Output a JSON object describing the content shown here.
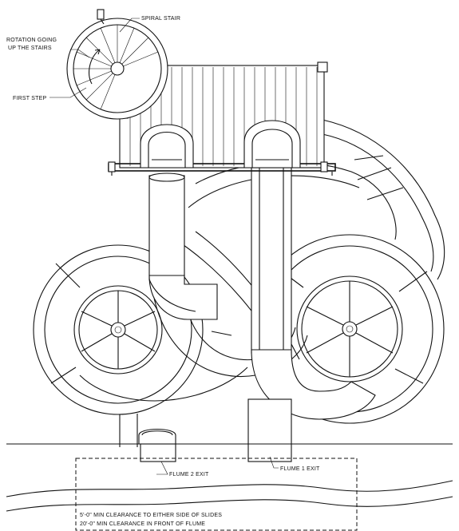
{
  "labels": {
    "spiral_stair": "SPIRAL STAIR",
    "rotation_line1": "ROTATION GOING",
    "rotation_line2": "UP THE STAIRS",
    "first_step": "FIRST STEP",
    "flume2_exit": "FLUME 2 EXIT",
    "flume1_exit": "FLUME 1 EXIT",
    "clearance_line1": "5'-0\" MIN CLEARANCE TO EITHER SIDE OF SLIDES",
    "clearance_line2": "20'-0\" MIN CLEARANCE IN FRONT OF FLUME"
  }
}
